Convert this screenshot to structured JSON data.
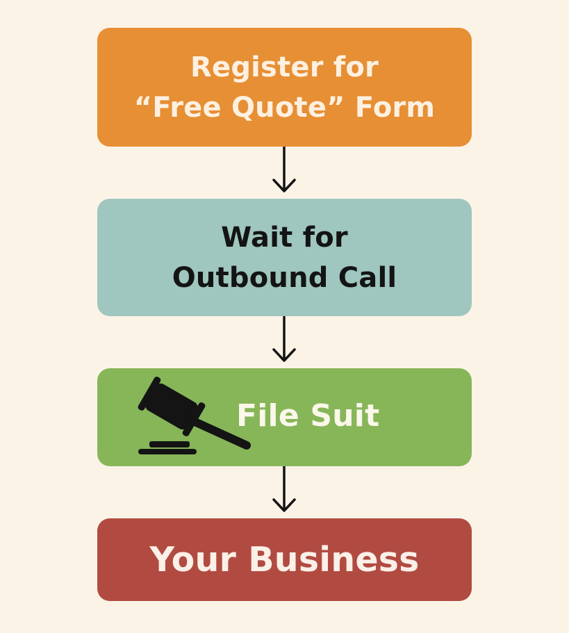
{
  "flowchart": {
    "steps": [
      {
        "lines": [
          "Register for",
          "“Free Quote” Form"
        ],
        "color": "#e78f34"
      },
      {
        "lines": [
          "Wait for",
          "Outbound Call"
        ],
        "color": "#9fc6bf"
      },
      {
        "lines": [
          "File Suit"
        ],
        "color": "#87b659",
        "icon": "gavel-icon"
      },
      {
        "lines": [
          "Your Business"
        ],
        "color": "#b14b42"
      }
    ],
    "arrow_color": "#141414"
  }
}
